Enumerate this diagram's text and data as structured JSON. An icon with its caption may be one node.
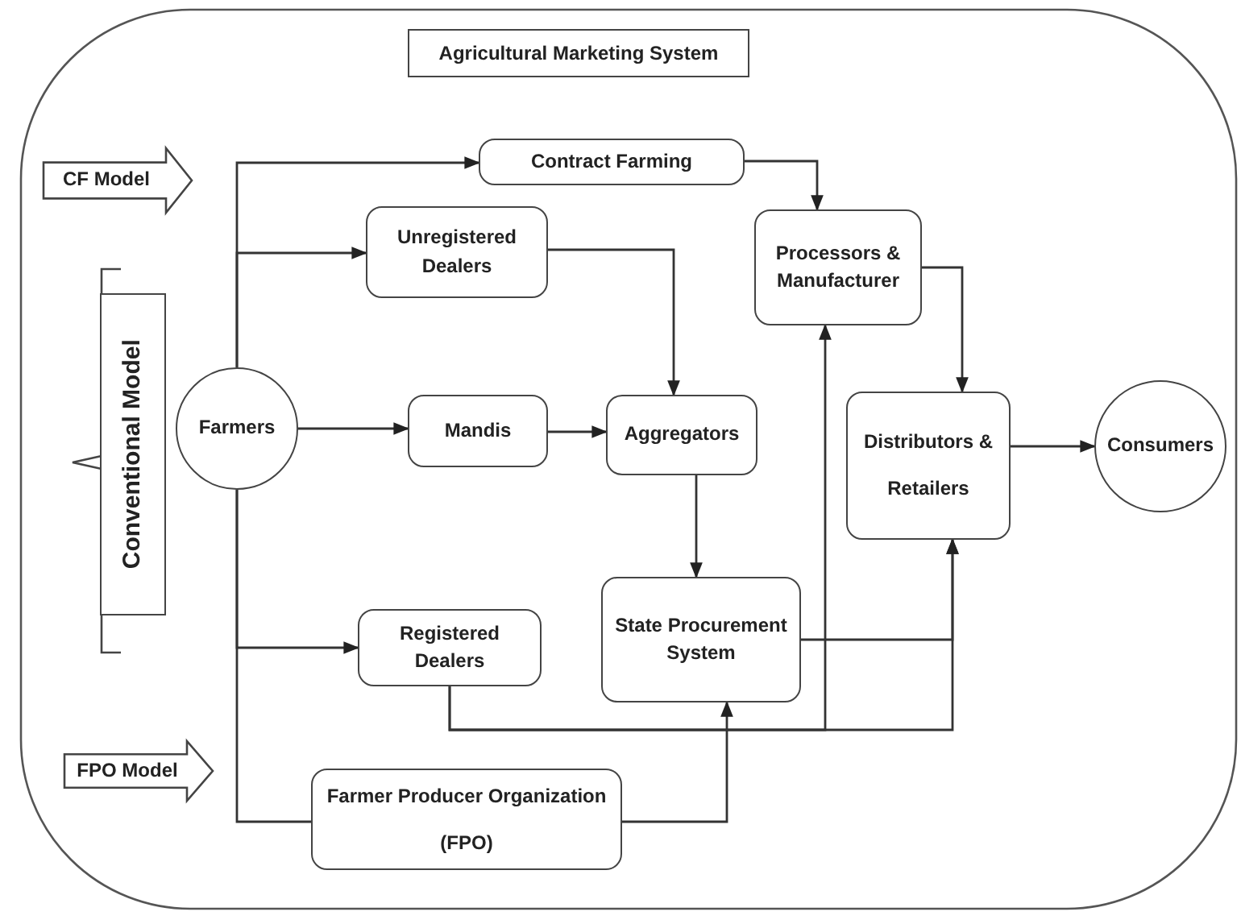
{
  "diagram": {
    "title": "Agricultural Marketing System",
    "nodes": [
      {
        "text": [
          "CF Model"
        ]
      },
      {
        "text": [
          "Contract Farming"
        ]
      },
      {
        "text": [
          "Unregistered Dealers"
        ]
      },
      {
        "text": [
          "Conventional Model"
        ]
      },
      {
        "text": [
          "Farmers"
        ]
      },
      {
        "text": [
          "Mandis"
        ]
      },
      {
        "text": [
          "Aggregators"
        ]
      },
      {
        "text": [
          "Processors & Manufacturer"
        ]
      },
      {
        "text": [
          "Distributors & Retailers"
        ]
      },
      {
        "text": [
          "Consumers"
        ]
      },
      {
        "text": [
          "Registered Dealers"
        ]
      },
      {
        "text": [
          "State Procurement System"
        ]
      },
      {
        "text": [
          "FPO Model"
        ]
      },
      {
        "text": [
          "Farmer Producer Organization (FPO)"
        ]
      }
    ],
    "edges": [
      {
        "from": 4,
        "to": 1,
        "arrow": "to"
      },
      {
        "from": 4,
        "to": 2,
        "arrow": "to"
      },
      {
        "from": 4,
        "to": 5,
        "arrow": "to"
      },
      {
        "from": 5,
        "to": 6,
        "arrow": "to"
      },
      {
        "from": 2,
        "to": 6,
        "arrow": "to"
      },
      {
        "from": 1,
        "to": 7,
        "arrow": "to"
      },
      {
        "from": 7,
        "to": 8,
        "arrow": "to"
      },
      {
        "from": 8,
        "to": 9,
        "arrow": "to"
      },
      {
        "from": 6,
        "to": 11,
        "arrow": "to"
      },
      {
        "from": 4,
        "to": 10,
        "arrow": "to"
      },
      {
        "from": 4,
        "to": 13,
        "arrow": "none"
      },
      {
        "from": 13,
        "to": 11,
        "arrow": "to"
      },
      {
        "from": 10,
        "to": 7,
        "arrow": "to"
      },
      {
        "from": 10,
        "to": 8,
        "arrow": "to"
      },
      {
        "from": 11,
        "to": 8,
        "arrow": "to"
      }
    ]
  }
}
